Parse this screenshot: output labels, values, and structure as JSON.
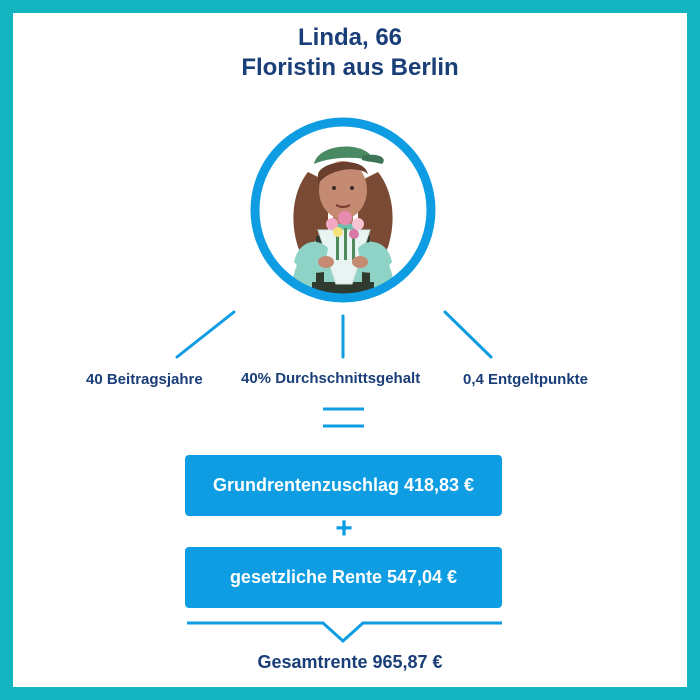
{
  "person": {
    "name_age": "Linda, 66",
    "profession": "Floristin aus Berlin"
  },
  "factors": [
    {
      "label": "40 Beitragsjahre"
    },
    {
      "label": "40% Durchschnittsgehalt"
    },
    {
      "label": "0,4 Entgeltpunkte"
    }
  ],
  "boxes": [
    {
      "label": "Grundrentenzuschlag 418,83 €"
    },
    {
      "label": "gesetzliche Rente 547,04 €"
    }
  ],
  "operators": {
    "plus": "+"
  },
  "total": {
    "label": "Gesamtrente 965,87 €"
  },
  "colors": {
    "frame": "#12b5c0",
    "accent": "#0e9de3",
    "text": "#1a3e78"
  },
  "icons": {
    "portrait": "florist-woman-illustration",
    "equals": "equals-sign-icon",
    "brace": "brace-down-icon"
  }
}
